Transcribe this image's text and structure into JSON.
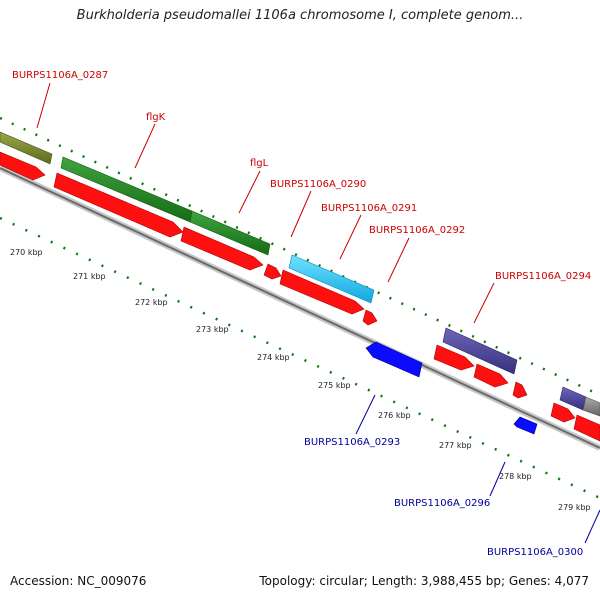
{
  "title": "Burkholderia pseudomallei 1106a chromosome I, complete genom...",
  "footer": {
    "accession": "Accession: NC_009076",
    "topology": "Topology: circular; Length: 3,988,455 bp; Genes: 4,077"
  },
  "colors": {
    "forward_cds": "#ff0000",
    "reverse_cds": "#0000ff",
    "forward_label": "#cc0000",
    "reverse_label": "#000099",
    "gc_ticks": "#0a7a0a",
    "backbone": "#888888"
  },
  "ruler": [
    "270 kbp",
    "271 kbp",
    "272 kbp",
    "273 kbp",
    "274 kbp",
    "275 kbp",
    "276 kbp",
    "277 kbp",
    "278 kbp",
    "279 kbp"
  ],
  "labels": [
    {
      "id": "0287",
      "text": "BURPS1106A_0287",
      "strand": "forward"
    },
    {
      "id": "flgK",
      "text": "flgK",
      "strand": "forward"
    },
    {
      "id": "flgL",
      "text": "flgL",
      "strand": "forward"
    },
    {
      "id": "0290",
      "text": "BURPS1106A_0290",
      "strand": "forward"
    },
    {
      "id": "0291",
      "text": "BURPS1106A_0291",
      "strand": "forward"
    },
    {
      "id": "0292",
      "text": "BURPS1106A_0292",
      "strand": "forward"
    },
    {
      "id": "0294",
      "text": "BURPS1106A_0294",
      "strand": "forward"
    },
    {
      "id": "0293",
      "text": "BURPS1106A_0293",
      "strand": "reverse"
    },
    {
      "id": "0296",
      "text": "BURPS1106A_0296",
      "strand": "reverse"
    },
    {
      "id": "0300",
      "text": "BURPS1106A_0300",
      "strand": "reverse"
    }
  ]
}
